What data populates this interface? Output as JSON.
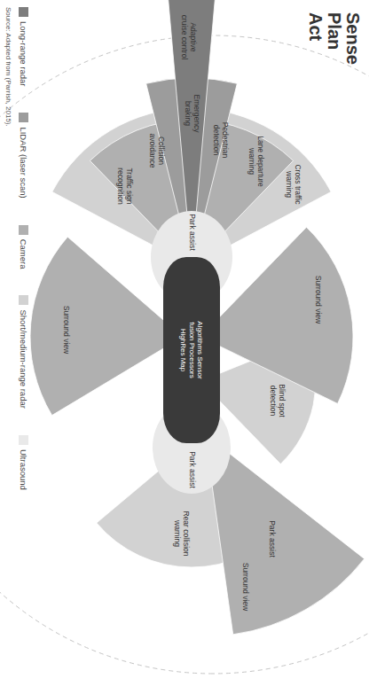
{
  "diagram": {
    "title": "Sense Plan Act",
    "caption": "Source: Adapted from (Parrish, 2015).",
    "nodes": [
      {
        "text": [
          "Algorithms Sensor fusion Processors HighRes Map"
        ]
      }
    ],
    "labels": [
      "Adaptive cruise control",
      "Emergency braking",
      "Pedestrian detection",
      "Lane departure warning",
      "Cross traffic warning",
      "Collision avoidance",
      "Traffic sign recognition",
      "Park assist",
      "Surround view",
      "Blind spot detection",
      "Surround view",
      "Park assist",
      "Rear collision warning",
      "Park assist",
      "Surround view"
    ],
    "legend": [
      {
        "text": "Long-range radar",
        "color": "#7d7d7d"
      },
      {
        "text": "LIDAR (laser scan)",
        "color": "#9c9c9c"
      },
      {
        "text": "Camera",
        "color": "#b0b0b0"
      },
      {
        "text": "Short/medium-range radar",
        "color": "#d2d2d2"
      },
      {
        "text": "Ultrasound",
        "color": "#e9e9e9"
      }
    ]
  }
}
